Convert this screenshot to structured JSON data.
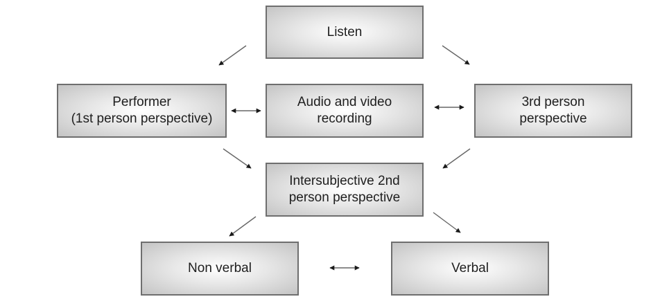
{
  "diagram": {
    "nodes": {
      "listen": {
        "label": "Listen"
      },
      "performer": {
        "label": "Performer\n(1st person perspective)"
      },
      "recording": {
        "label": "Audio and video\nrecording"
      },
      "third_person": {
        "label": "3rd person\nperspective"
      },
      "intersubjective": {
        "label": "Intersubjective 2nd\nperson perspective"
      },
      "non_verbal": {
        "label": "Non verbal"
      },
      "verbal": {
        "label": "Verbal"
      }
    },
    "edges": [
      {
        "from": "listen",
        "to": "performer",
        "type": "directed"
      },
      {
        "from": "listen",
        "to": "third_person",
        "type": "directed"
      },
      {
        "from": "performer",
        "to": "recording",
        "type": "bidirectional"
      },
      {
        "from": "recording",
        "to": "third_person",
        "type": "bidirectional"
      },
      {
        "from": "performer",
        "to": "intersubjective",
        "type": "directed"
      },
      {
        "from": "third_person",
        "to": "intersubjective",
        "type": "directed"
      },
      {
        "from": "intersubjective",
        "to": "non_verbal",
        "type": "directed"
      },
      {
        "from": "intersubjective",
        "to": "verbal",
        "type": "directed"
      },
      {
        "from": "non_verbal",
        "to": "verbal",
        "type": "bidirectional"
      }
    ],
    "colors": {
      "border": "#6e6e6e",
      "text": "#1e1e1e",
      "arrow": "#555555",
      "fill_center": "#ffffff",
      "fill_edge": "#c4c4c4"
    }
  }
}
